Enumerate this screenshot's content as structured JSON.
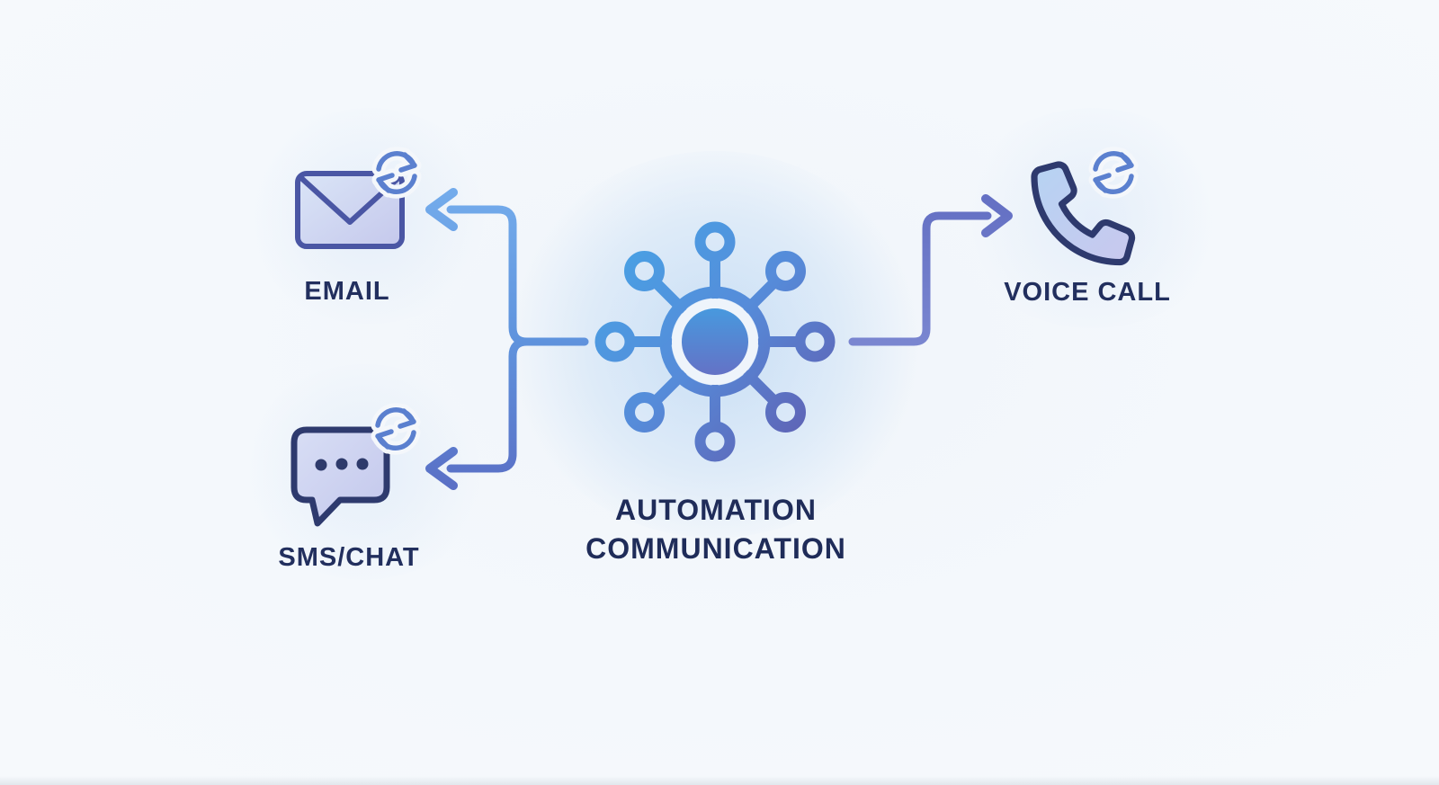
{
  "diagram": {
    "center": {
      "title_line1": "AUTOMATION",
      "title_line2": "COMMUNICATION",
      "icon": "network-hub-icon"
    },
    "channels": {
      "email": {
        "label": "EMAIL",
        "icon": "envelope-icon",
        "badge_icon": "sync-refresh-icon",
        "arrow": "arrow-left"
      },
      "sms_chat": {
        "label": "SMS/CHAT",
        "icon": "chat-bubble-icon",
        "badge_icon": "sync-refresh-icon",
        "arrow": "arrow-left"
      },
      "voice_call": {
        "label": "VOICE CALL",
        "icon": "phone-icon",
        "badge_icon": "sync-refresh-icon",
        "arrow": "arrow-right"
      }
    }
  },
  "colors": {
    "bg": "#f4f7fb",
    "text_navy": "#222f5e",
    "title_navy": "#1f2c59",
    "outline_navy": "#2e3a6e",
    "envelope_outline": "#4a56a4",
    "sync_blue": "#5b80cf",
    "hub_light": "#49a0e4",
    "hub_mid": "#568bd9",
    "hub_purple": "#5f63b5",
    "bracket_top": "#73abeb",
    "bracket_mid": "#5f93dd",
    "bracket_bottom": "#5a70c6",
    "right_dark": "#6571c4",
    "right_light": "#7b87d1"
  }
}
